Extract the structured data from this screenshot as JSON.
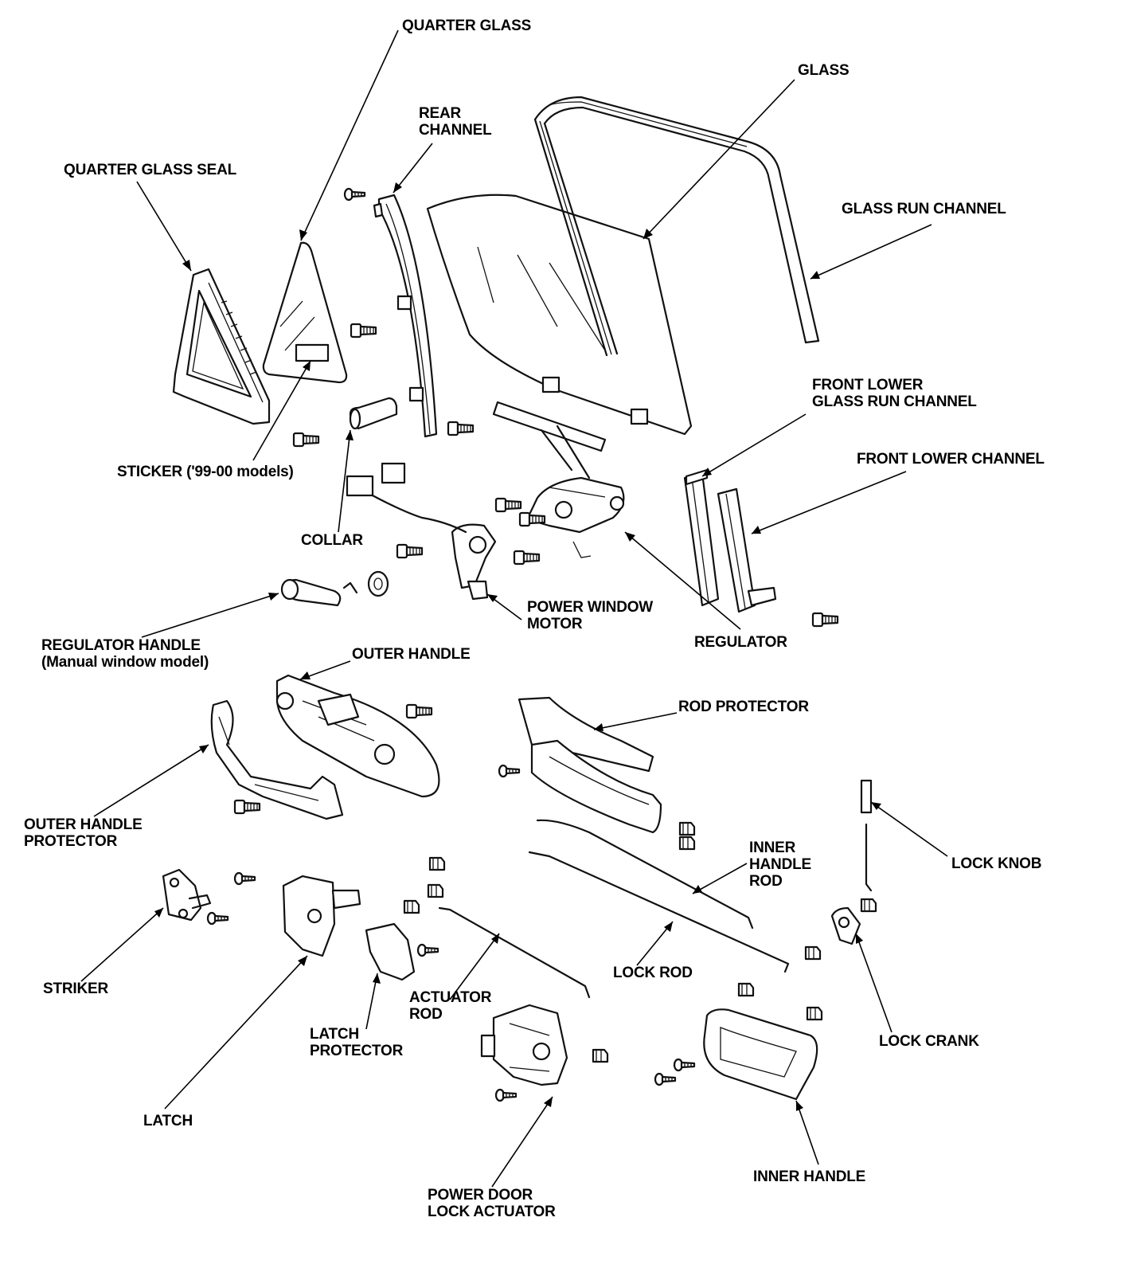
{
  "labels": {
    "quarter_glass": "QUARTER GLASS",
    "glass": "GLASS",
    "rear_channel": [
      "REAR",
      "CHANNEL"
    ],
    "quarter_glass_seal": "QUARTER GLASS SEAL",
    "glass_run_channel": "GLASS RUN CHANNEL",
    "front_lower_glass_run_channel": [
      "FRONT LOWER",
      "GLASS RUN CHANNEL"
    ],
    "front_lower_channel": "FRONT LOWER CHANNEL",
    "sticker": "STICKER ('99-00 models)",
    "collar": "COLLAR",
    "power_window_motor": [
      "POWER WINDOW",
      "MOTOR"
    ],
    "regulator": "REGULATOR",
    "regulator_handle": [
      "REGULATOR HANDLE",
      "(Manual window model)"
    ],
    "outer_handle": "OUTER HANDLE",
    "rod_protector": "ROD PROTECTOR",
    "outer_handle_protector": [
      "OUTER HANDLE",
      "PROTECTOR"
    ],
    "inner_handle_rod": [
      "INNER",
      "HANDLE",
      "ROD"
    ],
    "lock_knob": "LOCK KNOB",
    "striker": "STRIKER",
    "lock_rod": "LOCK ROD",
    "actuator_rod": [
      "ACTUATOR",
      "ROD"
    ],
    "latch_protector": [
      "LATCH",
      "PROTECTOR"
    ],
    "lock_crank": "LOCK CRANK",
    "latch": "LATCH",
    "power_door_lock_actuator": [
      "POWER DOOR",
      "LOCK ACTUATOR"
    ],
    "inner_handle": "INNER HANDLE"
  }
}
